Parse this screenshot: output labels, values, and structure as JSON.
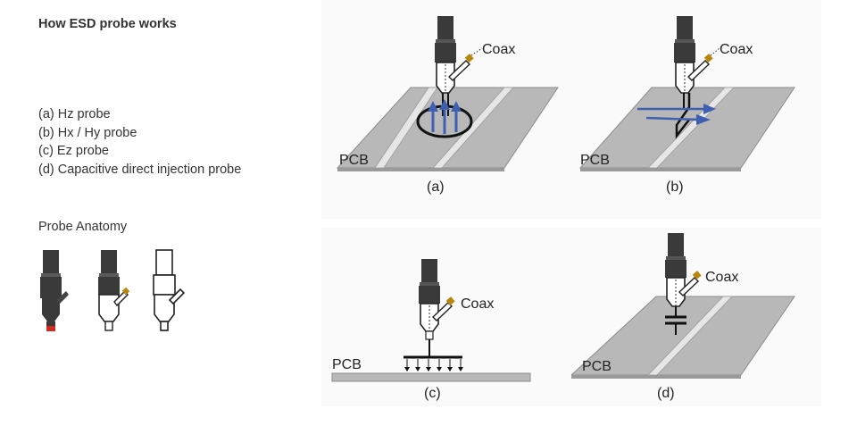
{
  "title": "How ESD probe works",
  "legend": [
    "(a) Hz probe",
    "(b) Hx / Hy probe",
    "(c) Ez probe",
    "(d) Capacitive direct injection probe"
  ],
  "anatomy_title": "Probe Anatomy",
  "panels": {
    "a": {
      "caption": "(a)",
      "coax": "Coax",
      "pcb": "PCB"
    },
    "b": {
      "caption": "(b)",
      "coax": "Coax",
      "pcb": "PCB"
    },
    "c": {
      "caption": "(c)",
      "coax": "Coax",
      "pcb": "PCB"
    },
    "d": {
      "caption": "(d)",
      "coax": "Coax",
      "pcb": "PCB"
    }
  },
  "colors": {
    "text": "#333333",
    "pcb_fill": "#b8b8b8",
    "pcb_edge": "#8c8c8c",
    "trace": "#e6e6e6",
    "probe_dark": "#3a3a3a",
    "field_arrow": "#3f5fb0",
    "tip_red": "#d42a1e",
    "panel_bg": "#f4f4f4"
  }
}
